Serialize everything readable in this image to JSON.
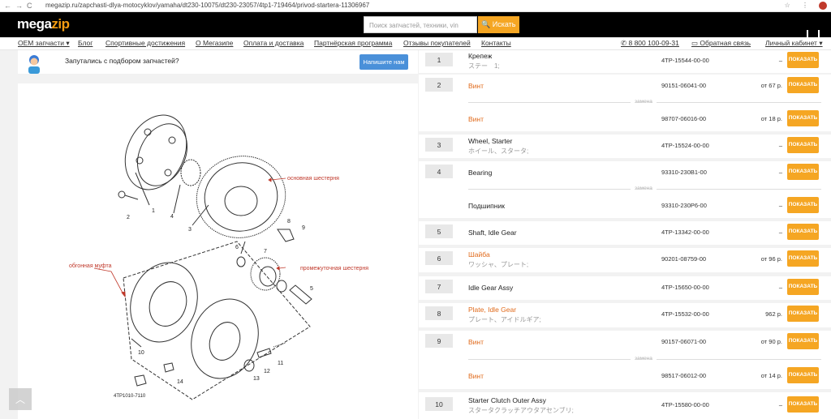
{
  "browser": {
    "url": "megazip.ru/zapchasti-dlya-motocyklov/yamaha/dt230-10075/dt230-23057/4tp1-719464/privod-startera-11306967"
  },
  "header": {
    "logo_a": "mega",
    "logo_b": "zip",
    "search_placeholder": "Поиск запчастей, техники, vin",
    "search_button": "Искать"
  },
  "menu": {
    "oem": "OEM запчасти",
    "blog": "Блог",
    "sport": "Спортивные достижения",
    "about": "О Мегазипе",
    "pay": "Оплата и доставка",
    "partner": "Партнёрская программа",
    "reviews": "Отзывы покупателей",
    "contacts": "Контакты",
    "phone": "8 800 100-09-31",
    "feedback": "Обратная связь",
    "account": "Личный кабинет"
  },
  "help": {
    "text": "Запутались с подбором запчастей?",
    "button": "Напишите нам"
  },
  "diagram": {
    "ann1": "основная шестерня",
    "ann2": "промежуточная шестерня",
    "ann3": "обгонная муфта",
    "code": "4TP1010-7110",
    "labels": [
      "1",
      "2",
      "3",
      "4",
      "5",
      "6",
      "7",
      "8",
      "9",
      "10",
      "11",
      "12",
      "13",
      "14"
    ]
  },
  "parts_button": "ПОКАЗАТЬ",
  "replacement": "замена",
  "parts": [
    {
      "num": "1",
      "name": "Крепеж",
      "jp": "ステー　1;",
      "code": "4TP-15544-00-00",
      "price": "–",
      "orange": false
    },
    {
      "num": "2",
      "name": "Винт",
      "jp": "",
      "code": "90151-06041-00",
      "price": "от 67 р.",
      "orange": true
    },
    {
      "num": "",
      "name": "Винт",
      "jp": "",
      "code": "98707-06016-00",
      "price": "от 18 р.",
      "orange": true
    },
    {
      "num": "3",
      "name": "Wheel, Starter",
      "jp": "ホイール、スタータ;",
      "code": "4TP-15524-00-00",
      "price": "–",
      "orange": false
    },
    {
      "num": "4",
      "name": "Bearing",
      "jp": "",
      "code": "93310-230B1-00",
      "price": "–",
      "orange": false
    },
    {
      "num": "",
      "name": "Подшипник",
      "jp": "",
      "code": "93310-230P6-00",
      "price": "–",
      "orange": false
    },
    {
      "num": "5",
      "name": "Shaft, Idle Gear",
      "jp": "",
      "code": "4TP-13342-00-00",
      "price": "–",
      "orange": false
    },
    {
      "num": "6",
      "name": "Шайба",
      "jp": "ワッシャ、プレート;",
      "code": "90201-08759-00",
      "price": "от 96 р.",
      "orange": true
    },
    {
      "num": "7",
      "name": "Idle Gear Assy",
      "jp": "",
      "code": "4TP-15650-00-00",
      "price": "–",
      "orange": false
    },
    {
      "num": "8",
      "name": "Plate, Idle Gear",
      "jp": "プレート、アイドルギア;",
      "code": "4TP-15532-00-00",
      "price": "962 р.",
      "orange": true
    },
    {
      "num": "9",
      "name": "Винт",
      "jp": "",
      "code": "90157-06071-00",
      "price": "от 90 р.",
      "orange": true
    },
    {
      "num": "",
      "name": "Винт",
      "jp": "",
      "code": "98517-06012-00",
      "price": "от 14 р.",
      "orange": true
    },
    {
      "num": "10",
      "name": "Starter Clutch Outer Assy",
      "jp": "スタータクラッチアウタアセンブリ;",
      "code": "4TP-15580-00-00",
      "price": "–",
      "orange": false
    }
  ]
}
